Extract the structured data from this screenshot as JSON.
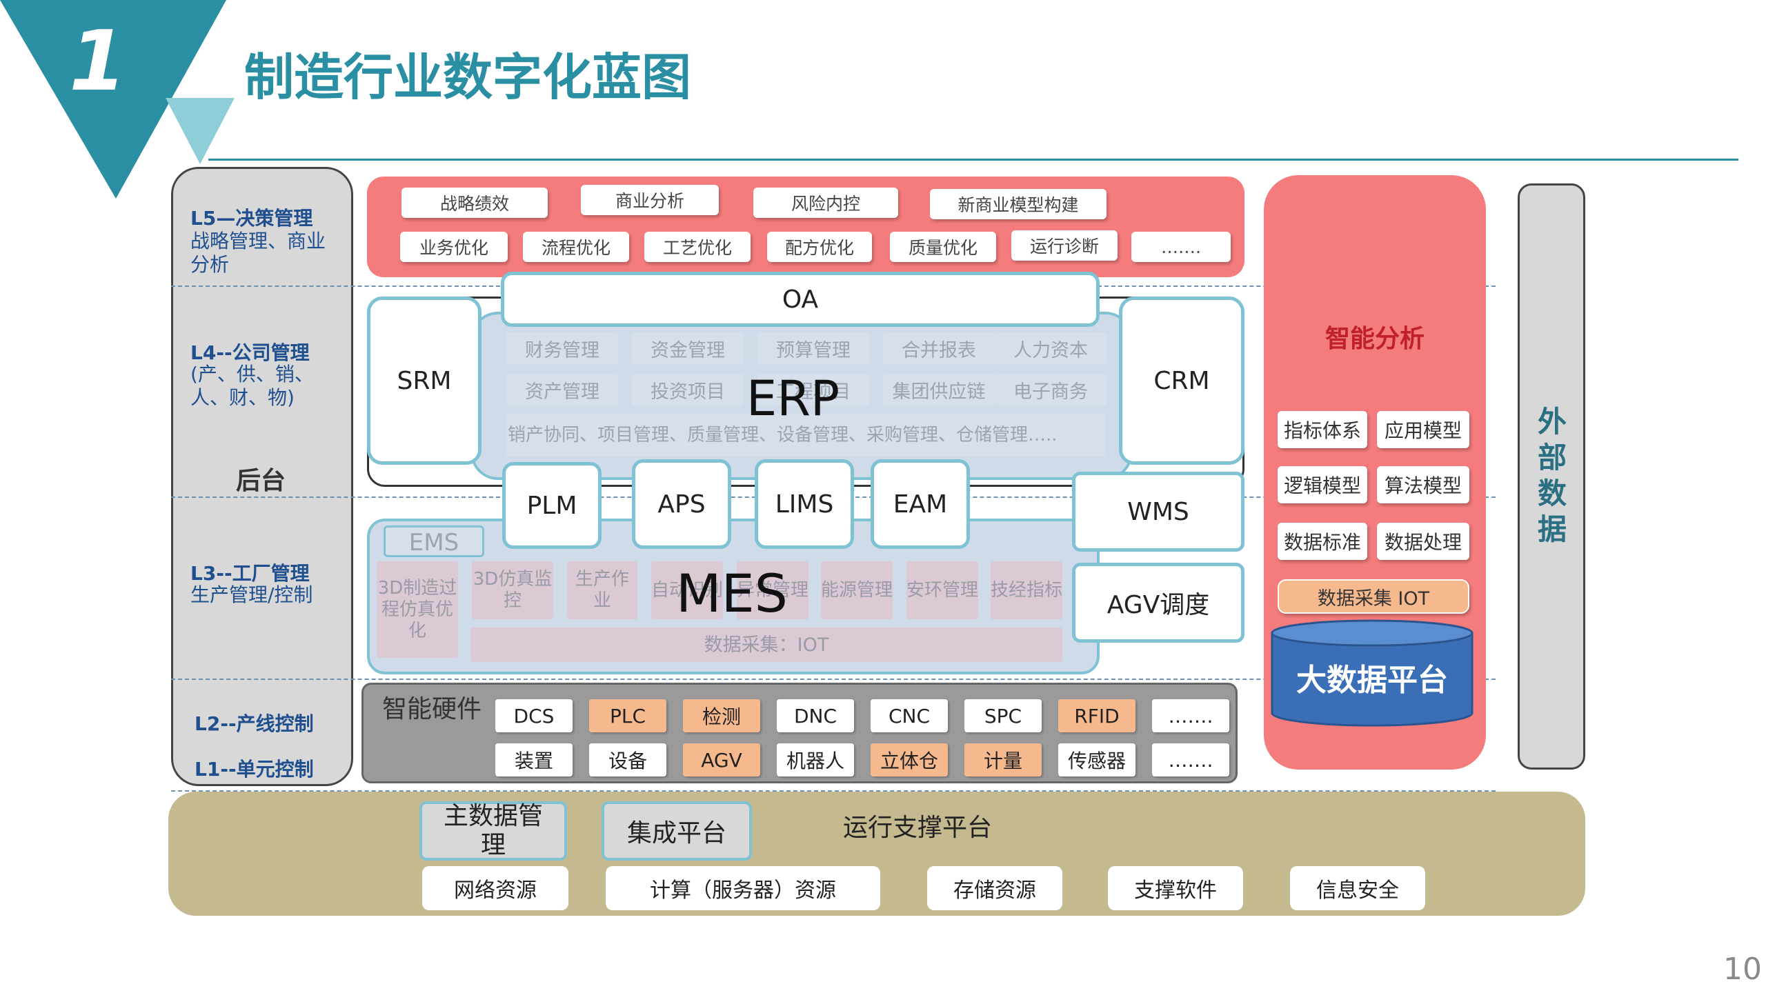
{
  "slide": {
    "number_badge": "1",
    "title": "制造行业数字化蓝图",
    "page_number": "10"
  },
  "levels": {
    "l5_title": "L5—决策管理",
    "l5_sub": "战略管理、商业分析",
    "l4_title": "L4--公司管理",
    "l4_sub": "(产、供、销、人、财、物)",
    "backend": "后台",
    "l3_title": "L3--工厂管理",
    "l3_sub": "生产管理/控制",
    "l2_title": "L2--产线控制",
    "l1_title": "L1--单元控制"
  },
  "l5": {
    "row1": [
      "战略绩效",
      "商业分析",
      "风险内控",
      "新商业模型构建"
    ],
    "row2": [
      "业务优化",
      "流程优化",
      "工艺优化",
      "配方优化",
      "质量优化",
      "运行诊断",
      "……."
    ]
  },
  "erp": {
    "oa": "OA",
    "srm": "SRM",
    "crm": "CRM",
    "erp": "ERP",
    "row1": [
      "财务管理",
      "资金管理",
      "预算管理",
      "合并报表",
      "人力资本"
    ],
    "row2": [
      "资产管理",
      "投资项目",
      "工程项目",
      "集团供应链",
      "电子商务"
    ],
    "row3": "销产协同、项目管理、质量管理、设备管理、采购管理、仓储管理….."
  },
  "mes": {
    "modules": [
      "PLM",
      "APS",
      "LIMS",
      "EAM"
    ],
    "wms": "WMS",
    "agv": "AGV调度",
    "ems": "EMS",
    "mes": "MES",
    "items": [
      "3D制造过程仿真优化",
      "3D仿真监控",
      "生产作业",
      "自动识别",
      "异常管理",
      "能源管理",
      "安环管理",
      "技经指标"
    ],
    "iot": "数据采集：IOT"
  },
  "hardware": {
    "label": "智能硬件",
    "row1": [
      {
        "text": "DCS",
        "highlight": false
      },
      {
        "text": "PLC",
        "highlight": true
      },
      {
        "text": "检测",
        "highlight": true
      },
      {
        "text": "DNC",
        "highlight": false
      },
      {
        "text": "CNC",
        "highlight": false
      },
      {
        "text": "SPC",
        "highlight": false
      },
      {
        "text": "RFID",
        "highlight": true
      },
      {
        "text": "…….",
        "highlight": false
      }
    ],
    "row2": [
      {
        "text": "装置",
        "highlight": false
      },
      {
        "text": "设备",
        "highlight": false
      },
      {
        "text": "AGV",
        "highlight": true
      },
      {
        "text": "机器人",
        "highlight": false
      },
      {
        "text": "立体仓",
        "highlight": true
      },
      {
        "text": "计量",
        "highlight": true
      },
      {
        "text": "传感器",
        "highlight": false
      },
      {
        "text": "…….",
        "highlight": false
      }
    ]
  },
  "smart": {
    "title": "智能分析",
    "items": [
      "指标体系",
      "应用模型",
      "逻辑模型",
      "算法模型",
      "数据标准",
      "数据处理"
    ],
    "iot": "数据采集 IOT",
    "bigdata": "大数据平台"
  },
  "external": "外部数据",
  "base": {
    "master": "主数据管理",
    "integration": "集成平台",
    "platform": "运行支撑平台",
    "row": [
      "网络资源",
      "计算（服务器）资源",
      "存储资源",
      "支撑软件",
      "信息安全"
    ]
  },
  "colors": {
    "teal": "#2a8fa3",
    "title": "#2a8fa3",
    "pink": "#f47c7c",
    "orange": "#f6b98e",
    "bigdata": "#3a6fb8",
    "base": "#c4b98f"
  }
}
